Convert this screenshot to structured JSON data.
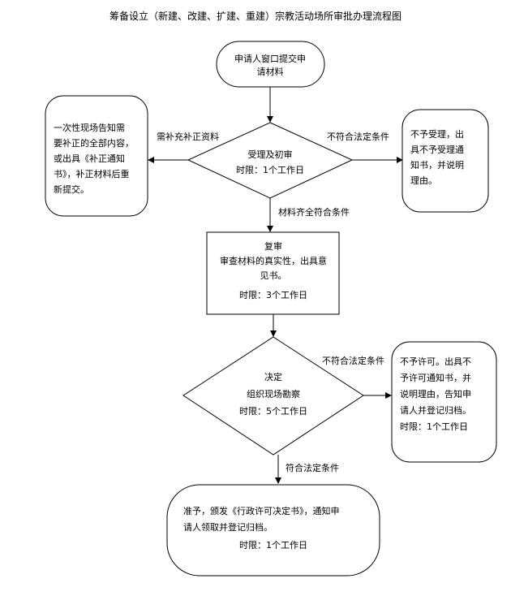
{
  "title": "筹备设立（新建、改建、扩建、重建）宗教活动场所审批办理流程图",
  "nodes": {
    "start": [
      "申请人窗口提交申",
      "请材料"
    ],
    "left_note": [
      "一次性现场告知需",
      "要补正的全部内容，",
      "或出具《补正通知",
      "书》，补正材料后重",
      "新提交。"
    ],
    "review": [
      "受理及初审",
      "时限：1个工作日"
    ],
    "reject1": [
      "不予受理，出",
      "具不予受理通",
      "知书，并说明",
      "理由。"
    ],
    "recheck": [
      "复审",
      "审查材料的真实性，出具意",
      "见书。",
      "时限：3个工作日"
    ],
    "decide": [
      "决定",
      "组织现场勘察",
      "时限：5个工作日"
    ],
    "reject2": [
      "不予许可。出具不",
      "予许可通知书，并",
      "说明理由，告知申",
      "请人并登记归档。",
      "时限：1个工作日"
    ],
    "approve": [
      "准予，颁发《行政许可决定书》，通知申",
      "请人领取并登记归档。",
      "时限：1个工作日"
    ]
  },
  "edges": {
    "supplement": "需补充补正资料",
    "not_legal_1": "不符合法定条件",
    "complete": "材料齐全符合条件",
    "not_legal_2": "不符合法定条件",
    "legal": "符合法定条件"
  }
}
